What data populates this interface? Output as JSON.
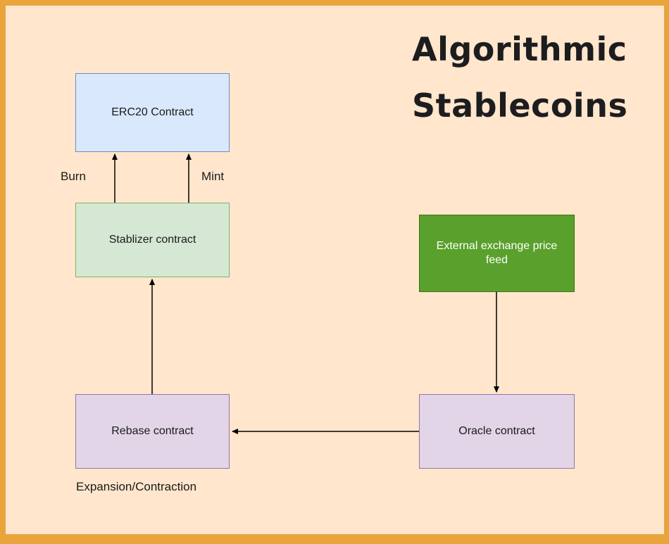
{
  "title": {
    "line1": "Algorithmic",
    "line2": "Stablecoins"
  },
  "nodes": {
    "erc20": {
      "label": "ERC20 Contract"
    },
    "stablizer": {
      "label": "Stablizer contract"
    },
    "pricefeed": {
      "label": "External exchange price feed"
    },
    "rebase": {
      "label": "Rebase contract"
    },
    "oracle": {
      "label": "Oracle contract"
    }
  },
  "edge_labels": {
    "burn": "Burn",
    "mint": "Mint",
    "expansion": "Expansion/Contraction"
  },
  "colors": {
    "frame": "#e9a43c",
    "background": "#ffe6cc",
    "erc20_fill": "#dae8fc",
    "erc20_border": "#6c8ebf",
    "stablizer_fill": "#d5e8d4",
    "stablizer_border": "#82b366",
    "pricefeed_fill": "#5aa02c",
    "pricefeed_text": "#ffffff",
    "purple_fill": "#e1d5e7",
    "purple_border": "#9673a6",
    "arrow": "#000000",
    "title_text": "#1d1d1f"
  }
}
